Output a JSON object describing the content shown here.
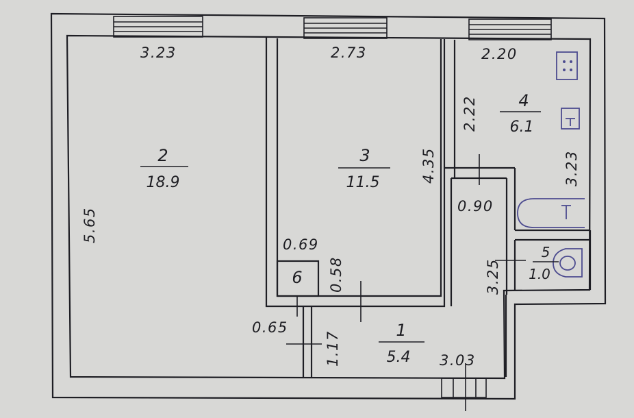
{
  "rooms": [
    {
      "number": "2",
      "area": "18.9"
    },
    {
      "number": "3",
      "area": "11.5"
    },
    {
      "number": "4",
      "area": "6.1"
    },
    {
      "number": "1",
      "area": "5.4"
    },
    {
      "number": "5",
      "area": "1.0"
    },
    {
      "number": "6",
      "area": ""
    }
  ],
  "dimensions": {
    "room2_width": "3.23",
    "room2_length": "5.65",
    "room3_width": "2.73",
    "room3_length": "4.35",
    "room4_width": "2.20",
    "room4_length": "3.23",
    "room4_side": "2.22",
    "corridor_width": "0.90",
    "bath_length": "3.25",
    "hall_length": "3.03",
    "closet_width": "0.69",
    "closet_depth": "0.58",
    "hall_width": "1.17",
    "door_offset": "0.65"
  }
}
